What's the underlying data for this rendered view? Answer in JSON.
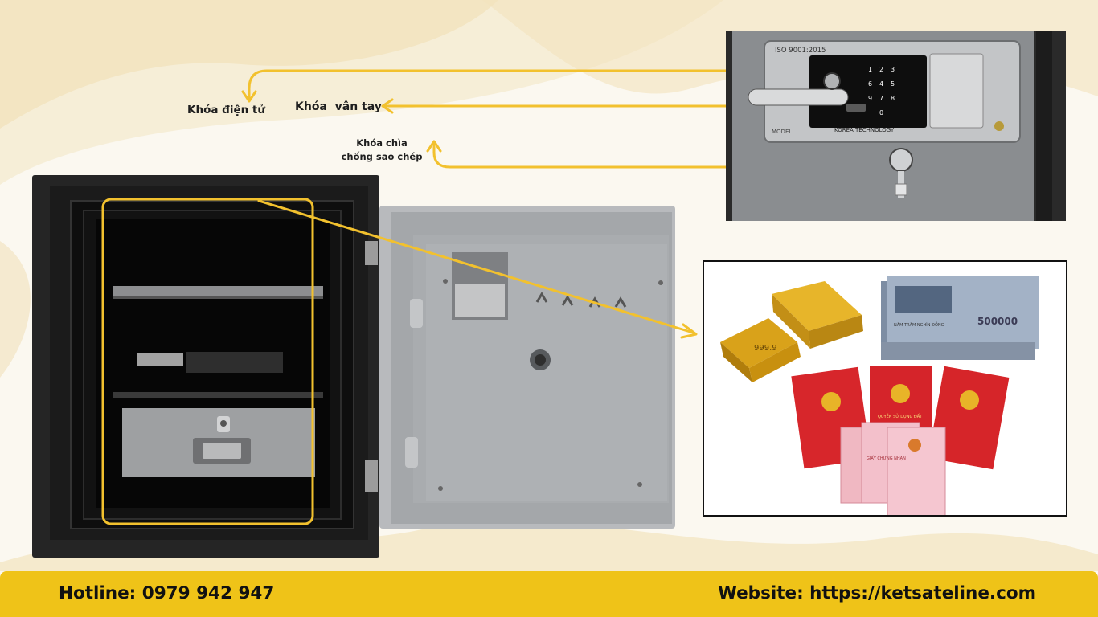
{
  "labels": {
    "electronic_lock": "Khóa điện tử",
    "fingerprint_lock": "Khóa  vân tay",
    "key_lock_line1": "Khóa chìa",
    "key_lock_line2": "chống sao chép"
  },
  "lock_panel": {
    "iso": "ISO 9001:2015",
    "keypad": [
      "1",
      "2",
      "3",
      "4",
      "5",
      "6",
      "7",
      "8",
      "9",
      "0"
    ],
    "model_text": "MODEL",
    "brand_text": "KOREA TECHNOLOGY"
  },
  "valuables": {
    "gold_bar_text": "999.9",
    "banknote_value": "500000",
    "banknote_text": "NĂM TRĂM NGHÌN ĐỒNG",
    "certificate_title": "QUYỀN SỬ DỤNG ĐẤT",
    "certificate_pink": "GIẤY CHỨNG NHẬN"
  },
  "footer": {
    "hotline": "Hotline: 0979 942 947",
    "website": "Website: https://ketsateline.com"
  },
  "colors": {
    "accent": "#efc318",
    "arrow": "#f2c12e",
    "safe_body": "#2a2a2a",
    "door": "#a9abad"
  },
  "icons": [
    "arrow-icon",
    "safe-illustration",
    "gold-bar-icon",
    "banknote-icon",
    "red-book-icon"
  ]
}
